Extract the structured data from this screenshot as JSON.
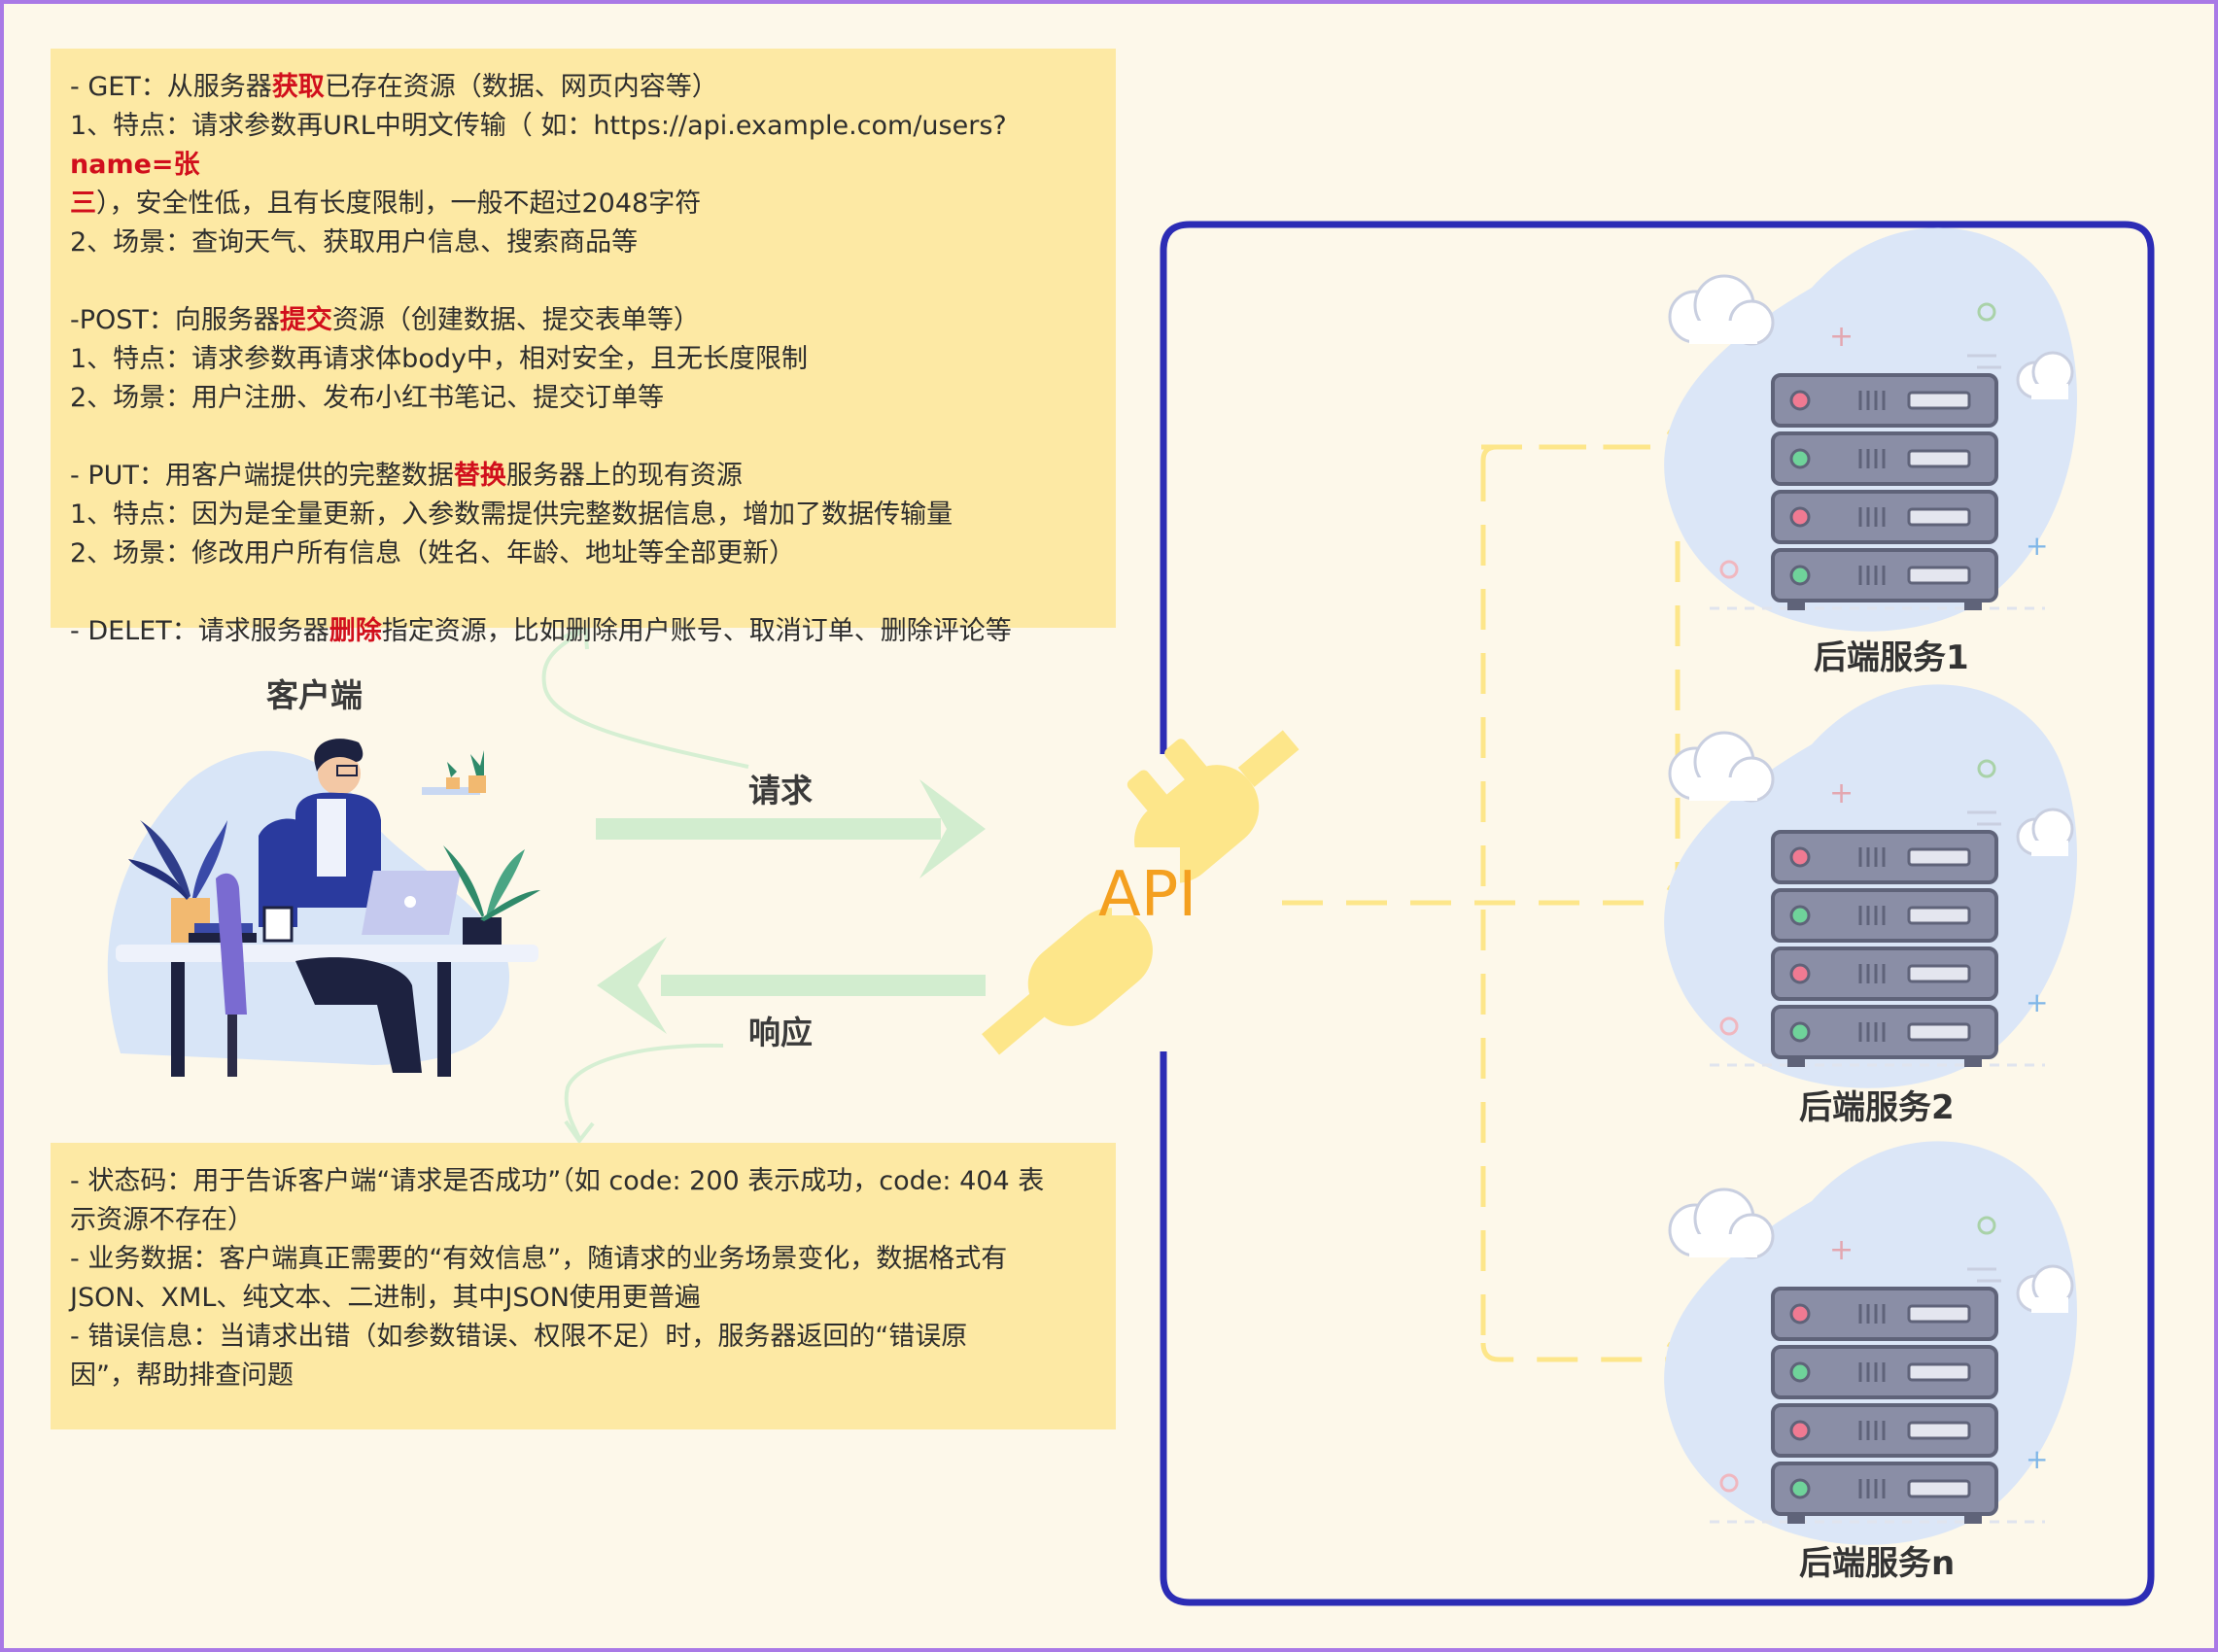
{
  "note_top": {
    "lines": [
      [
        {
          "t": "- GET：从服务器"
        },
        {
          "t": "获取",
          "hl": true
        },
        {
          "t": "已存在资源（数据、网页内容等）"
        }
      ],
      [
        {
          "t": "1、特点：请求参数再URL中明文传输（ 如：https://api.example.com/users?"
        },
        {
          "t": "name=张",
          "hl": true
        }
      ],
      [
        {
          "t": "三",
          "hl": true
        },
        {
          "t": "），安全性低，且有长度限制，一般不超过2048字符"
        }
      ],
      [
        {
          "t": "2、场景：查询天气、获取用户信息、搜索商品等"
        }
      ],
      [
        {
          "t": ""
        }
      ],
      [
        {
          "t": "-POST：向服务器"
        },
        {
          "t": "提交",
          "hl": true
        },
        {
          "t": "资源（创建数据、提交表单等）"
        }
      ],
      [
        {
          "t": "1、特点：请求参数再请求体body中，相对安全，且无长度限制"
        }
      ],
      [
        {
          "t": "2、场景：用户注册、发布小红书笔记、提交订单等"
        }
      ],
      [
        {
          "t": ""
        }
      ],
      [
        {
          "t": "- PUT：用客户端提供的完整数据"
        },
        {
          "t": "替换",
          "hl": true
        },
        {
          "t": "服务器上的现有资源"
        }
      ],
      [
        {
          "t": "1、特点：因为是全量更新，入参数需提供完整数据信息，增加了数据传输量"
        }
      ],
      [
        {
          "t": "2、场景：修改用户所有信息（姓名、年龄、地址等全部更新）"
        }
      ],
      [
        {
          "t": ""
        }
      ],
      [
        {
          "t": "- DELET：请求服务器"
        },
        {
          "t": "删除",
          "hl": true
        },
        {
          "t": "指定资源，比如删除用户账号、取消订单、删除评论等"
        }
      ]
    ]
  },
  "note_bottom": {
    "lines": [
      [
        {
          "t": "- 状态码：用于告诉客户端“请求是否成功”（如 code: 200 表示成功，code: 404 表"
        }
      ],
      [
        {
          "t": "示资源不存在）"
        }
      ],
      [
        {
          "t": "- 业务数据：客户端真正需要的“有效信息”，随请求的业务场景变化，数据格式有"
        }
      ],
      [
        {
          "t": "JSON、XML、纯文本、二进制，其中JSON使用更普遍"
        }
      ],
      [
        {
          "t": "- 错误信息：当请求出错（如参数错误、权限不足）时，服务器返回的“错误原"
        }
      ],
      [
        {
          "t": "因”，帮助排查问题"
        }
      ]
    ]
  },
  "labels": {
    "client": "客户端",
    "request": "请求",
    "response": "响应",
    "api": "API",
    "service1": "后端服务1",
    "service2": "后端服务2",
    "servicen": "后端服务n"
  },
  "colors": {
    "border": "#a979e6",
    "background": "#fdf8ea",
    "note_bg": "#fde9a4",
    "highlight": "#d10f1c",
    "server_frame": "#2c2cb5",
    "arrow_green": "#d2edcf",
    "dash_yellow": "#fde68a",
    "api_text": "#f4a020"
  },
  "icons": [
    "person-at-desk-illustration",
    "api-plug-icon",
    "server-rack-icon",
    "cloud-icon"
  ]
}
